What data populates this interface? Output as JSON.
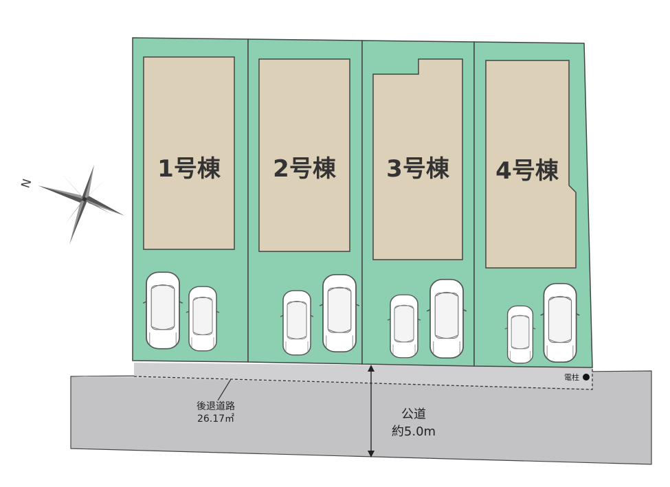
{
  "colors": {
    "lot_fill": "#8dcfb1",
    "building_fill": "#ddd0b8",
    "road_fill": "#c3c3c5",
    "setback_fill": "#d0d0d2",
    "outline": "#444444"
  },
  "lots": [
    {
      "label": "1号棟"
    },
    {
      "label": "2号棟"
    },
    {
      "label": "3号棟"
    },
    {
      "label": "4号棟"
    }
  ],
  "compass": {
    "north_label": "N"
  },
  "setback": {
    "label": "後退道路",
    "area": "26.17㎡"
  },
  "public_road": {
    "label": "公道",
    "width": "約5.0m"
  },
  "utility_pole": {
    "label": "電柱"
  }
}
